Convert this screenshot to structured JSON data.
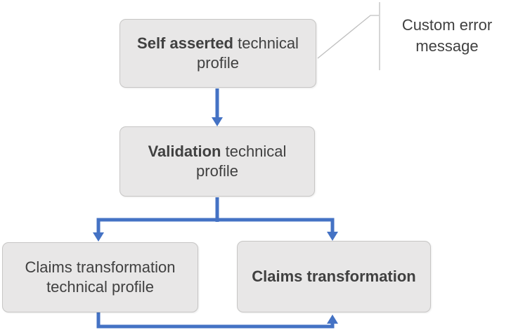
{
  "diagram": {
    "nodes": {
      "self_asserted": {
        "bold": "Self asserted",
        "rest": " technical profile"
      },
      "validation": {
        "bold": "Validation",
        "rest": " technical profile"
      },
      "claims_transformation_tp": {
        "bold": "",
        "rest": "Claims transformation technical profile"
      },
      "claims_transformation": {
        "bold": "Claims transformation",
        "rest": ""
      }
    },
    "callout": {
      "label": "Custom error message"
    },
    "colors": {
      "arrow": "#4472C4",
      "box_fill": "#E8E7E7",
      "box_border": "#C7C6C5",
      "text": "#404040",
      "callout_line": "#BFBFBF",
      "background": "#FFFFFF"
    }
  }
}
